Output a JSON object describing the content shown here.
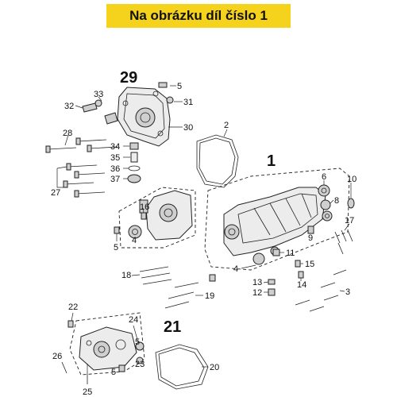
{
  "banner": {
    "text": "Na obrázku díl číslo 1"
  },
  "diagram": {
    "group_labels": {
      "g29": "29",
      "g1": "1",
      "g21": "21"
    },
    "callouts": {
      "c2": "2",
      "c3": "3",
      "c4a": "4",
      "c4b": "4",
      "c5a": "5",
      "c5b": "5",
      "c6": "6",
      "c8": "8",
      "c9": "9",
      "c10": "10",
      "c11": "11",
      "c12": "12",
      "c13": "13",
      "c14": "14",
      "c15": "15",
      "c16": "16",
      "c17": "17",
      "c18": "18",
      "c19": "19",
      "c20": "20",
      "c22": "22",
      "c23": "23",
      "c24": "24",
      "c25": "25",
      "c26": "26",
      "c27": "27",
      "c28": "28",
      "c30": "30",
      "c31": "31",
      "c32": "32",
      "c33": "33",
      "c34": "34",
      "c35": "35",
      "c36": "36",
      "c37": "37"
    }
  }
}
